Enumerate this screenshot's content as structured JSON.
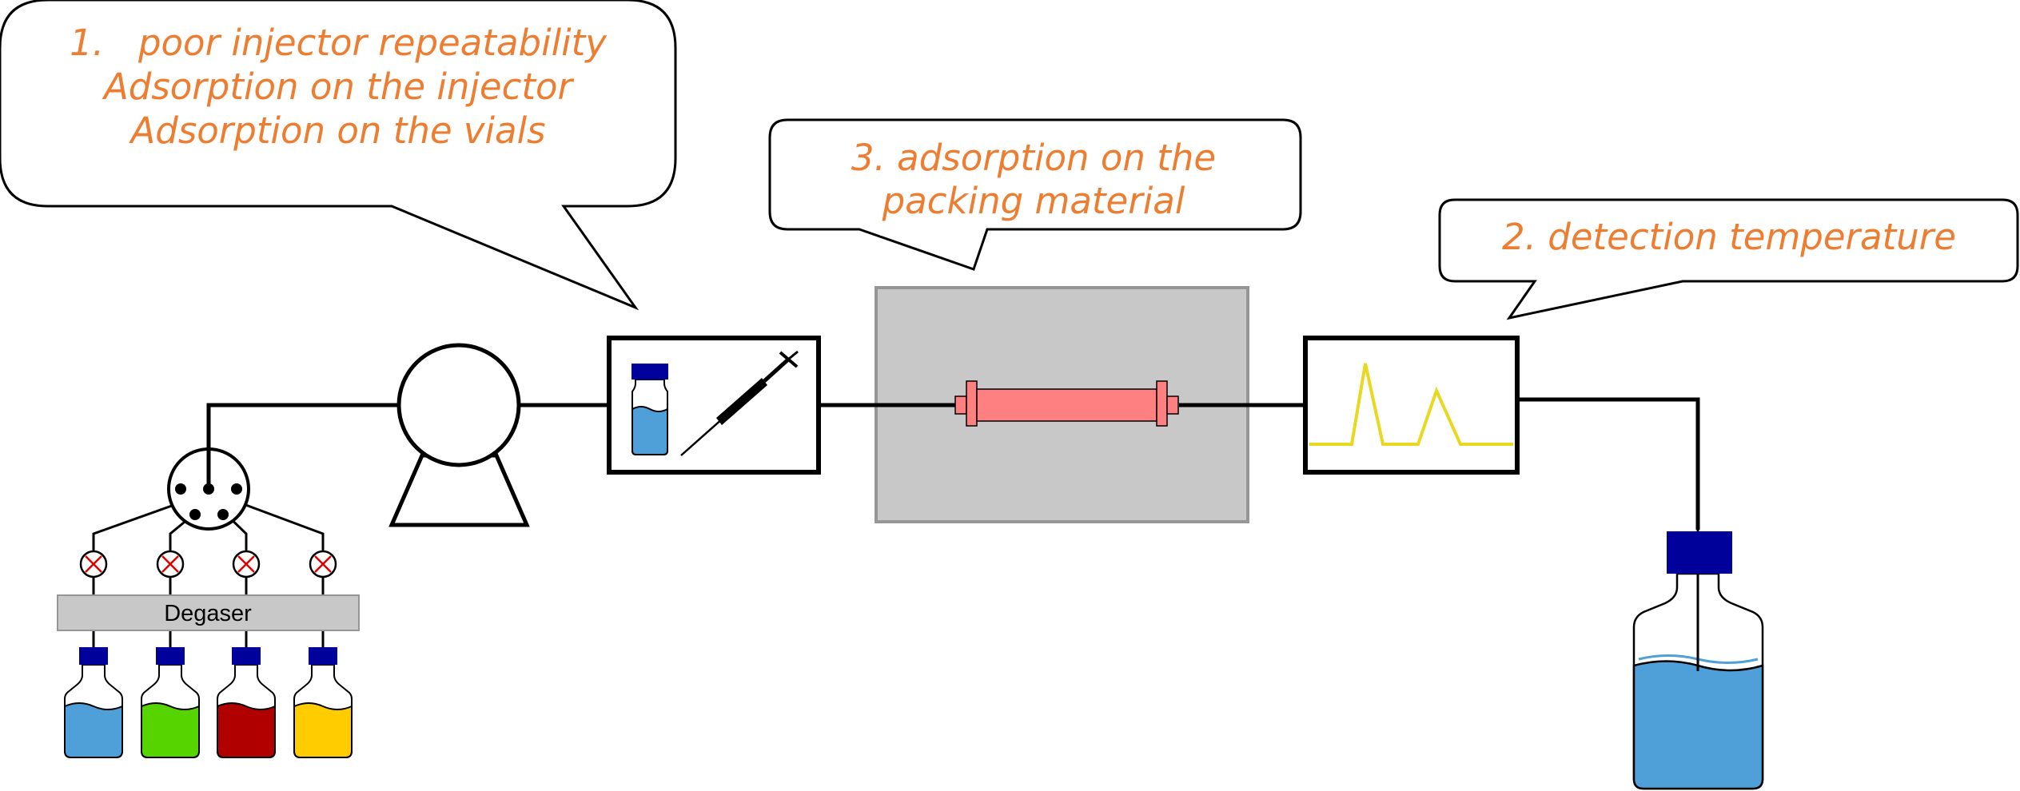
{
  "colors": {
    "annotation": "#ED7D31",
    "line": "#000000",
    "cap": "#00009A",
    "column": "#FF8080",
    "oven": "#C8C8C8",
    "degaser": "#C8C8C8",
    "peak": "#E8D820",
    "valve_cross": "#E00000",
    "solvents": [
      "#4F9FD8",
      "#55D400",
      "#B00000",
      "#FFCC00"
    ],
    "waste": "#4F9FD8"
  },
  "callouts": {
    "injector": {
      "lines": [
        "1.   poor injector repeatability",
        "Adsorption on the injector",
        "Adsorption on the vials"
      ]
    },
    "column": {
      "lines": [
        "3. adsorption on the",
        "packing material"
      ]
    },
    "detector": {
      "lines": [
        "2. detection temperature"
      ]
    }
  },
  "degaser": {
    "label": "Degaser"
  },
  "components": {
    "solvent_icon": "solvent-bottle-icon",
    "valve_icon": "valve-icon",
    "mixer_icon": "mixing-valve-icon",
    "pump_icon": "pump-icon",
    "injector_icons": [
      "vial-icon",
      "syringe-icon"
    ],
    "column_icon": "column-icon",
    "detector_icon": "chromatogram-icon",
    "waste_icon": "waste-bottle-icon"
  }
}
